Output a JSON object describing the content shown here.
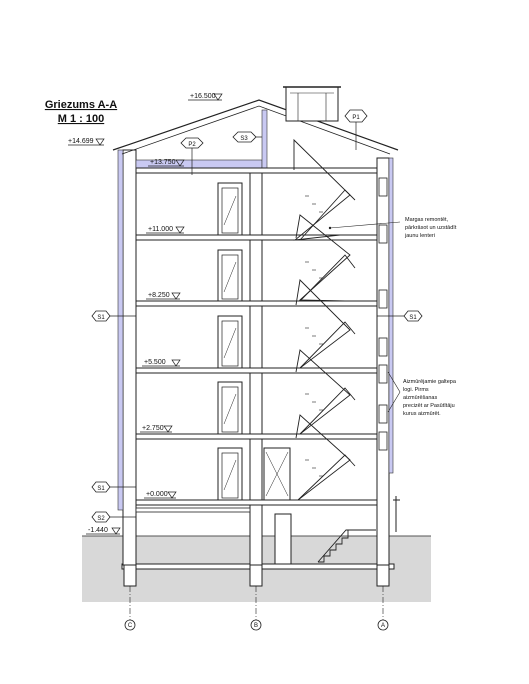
{
  "drawing": {
    "title": "Griezums A-A",
    "scale": "M 1 : 100"
  },
  "levels": {
    "ridge": "+16.500",
    "eaves": "+14.699",
    "attic": "+13.750",
    "floor5": "+11.000",
    "floor4": "+8.250",
    "floor3": "+5.500",
    "floor2": "+2.750",
    "ground": "+0.000",
    "basement": "-1.440"
  },
  "tags": {
    "p1": "P1",
    "p2": "P2",
    "s3": "S3",
    "s1_left_upper": "S1",
    "s1_right": "S1",
    "s1_left_lower": "S1",
    "s2": "S2"
  },
  "axes": {
    "left": "C",
    "middle": "B",
    "right": "A"
  },
  "notes": {
    "note1": [
      "Margas remontēt,",
      "pārkrāsot un uzstādīt",
      "jaunu lenteri"
    ],
    "note2": [
      "Aizmūrējamie galtepa",
      "logi. Pirms",
      "aizmūrēšanas",
      "precizēt ar Pasūtītāju",
      "kurus aizmūrēt."
    ]
  }
}
